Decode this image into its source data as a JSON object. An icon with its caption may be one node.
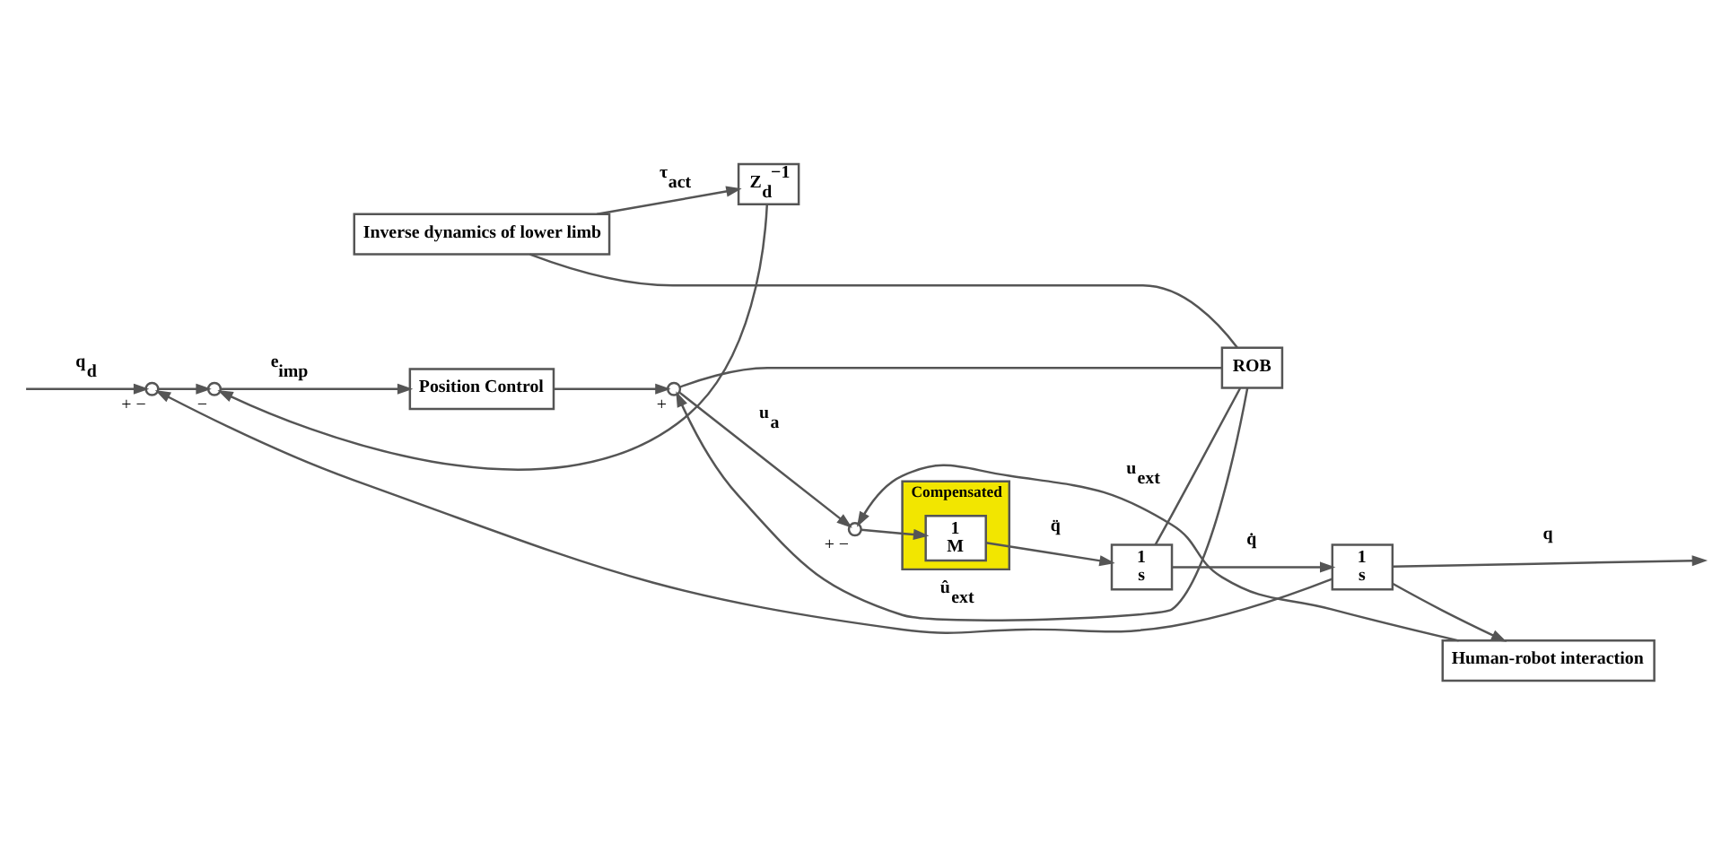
{
  "diagram": {
    "nodes": [
      {
        "text": [],
        "shape": "circle",
        "beside": [
          "+",
          "−"
        ]
      },
      {
        "text": [],
        "shape": "circle",
        "beside": [
          "−"
        ]
      },
      {
        "text": [
          "Position Control"
        ]
      },
      {
        "text": [],
        "shape": "circle",
        "beside": [
          "+"
        ]
      },
      {
        "text": [],
        "shape": "circle",
        "beside": [
          "+",
          "−"
        ]
      },
      {
        "text": [
          "Compensated"
        ]
      },
      {
        "text": [
          "1",
          "M"
        ],
        "in": 5
      },
      {
        "text": [
          "1",
          "s"
        ]
      },
      {
        "text": [
          "1",
          "s"
        ]
      },
      {
        "text": [
          "Human-robot interaction"
        ]
      },
      {
        "text": [
          "ROB"
        ]
      },
      {
        "text": [
          "Inverse dynamics of lower limb"
        ]
      },
      {
        "text": [
          "Z$_{d}$$^{−1}$"
        ]
      }
    ],
    "edges": [
      {
        "from": null,
        "to": 0,
        "arrow": "to",
        "label": "q$_{d}$"
      },
      {
        "from": 0,
        "to": 1,
        "arrow": "to"
      },
      {
        "from": 1,
        "to": 2,
        "arrow": "to",
        "label": "e$_{imp}$"
      },
      {
        "from": 2,
        "to": 3,
        "arrow": "to"
      },
      {
        "from": 3,
        "to": 4,
        "arrow": "to",
        "label": "u$_{a}$"
      },
      {
        "from": 3,
        "to": 10,
        "arrow": "none"
      },
      {
        "from": 9,
        "to": 4,
        "arrow": "to",
        "label": "u$_{ext}$"
      },
      {
        "from": 4,
        "to": 6,
        "arrow": "to"
      },
      {
        "from": 6,
        "to": 7,
        "arrow": "to",
        "label": "q̈"
      },
      {
        "from": 7,
        "to": 8,
        "arrow": "to",
        "label": "q̇"
      },
      {
        "from": 7,
        "to": 10,
        "arrow": "none"
      },
      {
        "from": 8,
        "to": null,
        "arrow": "to",
        "label": "q"
      },
      {
        "from": 8,
        "to": 9,
        "arrow": "to"
      },
      {
        "from": 8,
        "to": 0,
        "arrow": "to"
      },
      {
        "from": 10,
        "to": 3,
        "arrow": "to",
        "label": "û$_{ext}$"
      },
      {
        "from": 10,
        "to": 11,
        "arrow": "none"
      },
      {
        "from": 11,
        "to": 12,
        "arrow": "to",
        "label": "τ$_{act}$"
      },
      {
        "from": 12,
        "to": 1,
        "arrow": "to"
      }
    ]
  }
}
